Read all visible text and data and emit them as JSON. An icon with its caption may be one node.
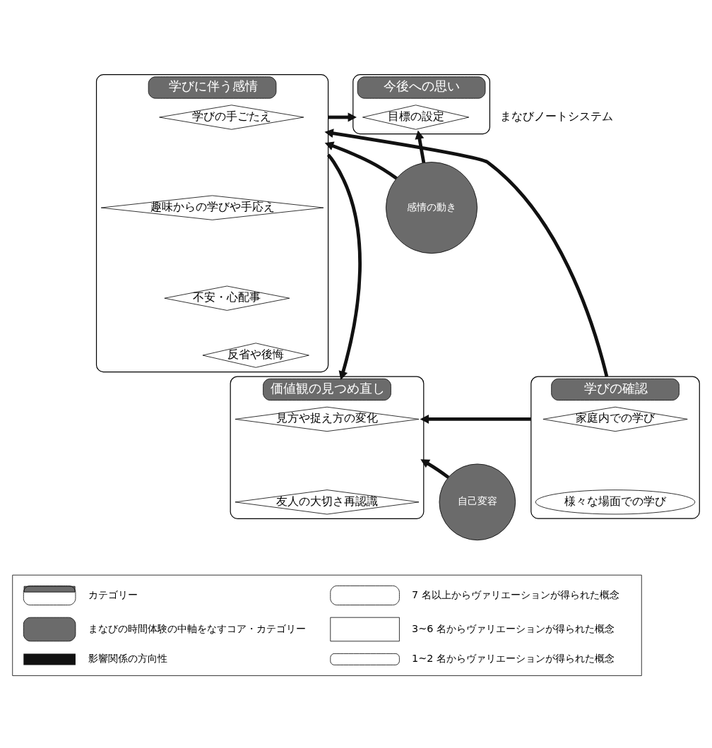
{
  "diagram": {
    "nodes": [
      {
        "text": [
          "学びに伴う感情"
        ]
      },
      {
        "text": [
          "学びの手ごたえ"
        ],
        "in": 0
      },
      {
        "text": [
          "趣味からの学びや手応え"
        ],
        "in": 0
      },
      {
        "text": [
          "不安・心配事"
        ],
        "in": 0
      },
      {
        "text": [
          "反省や後悔"
        ],
        "in": 0
      },
      {
        "text": [
          "今後への思い"
        ]
      },
      {
        "text": [
          "目標の設定"
        ],
        "in": 5
      },
      {
        "text": [
          "感情の動き"
        ]
      },
      {
        "text": [
          "学びの確認"
        ]
      },
      {
        "text": [
          "家庭内での学び"
        ],
        "in": 8
      },
      {
        "text": [
          "様々な場面での学び"
        ],
        "in": 8
      },
      {
        "text": [
          "価値観の見つめ直し"
        ]
      },
      {
        "text": [
          "見方や捉え方の変化"
        ],
        "in": 11
      },
      {
        "text": [
          "友人の大切さ再認識"
        ],
        "in": 11
      },
      {
        "text": [
          "自己変容"
        ]
      }
    ],
    "edges": [
      {
        "from": 0,
        "to": 5,
        "arrow": "to"
      },
      {
        "from": 7,
        "to": 0,
        "arrow": "to"
      },
      {
        "from": 7,
        "to": 5,
        "arrow": "to"
      },
      {
        "from": 8,
        "to": 0,
        "arrow": "to"
      },
      {
        "from": 8,
        "to": 11,
        "arrow": "to"
      },
      {
        "from": 0,
        "to": 11,
        "arrow": "to"
      },
      {
        "from": 14,
        "to": 11,
        "arrow": "to"
      }
    ],
    "labels": [
      "まなびノートシステム"
    ],
    "legend": [
      {
        "text": "カテゴリー"
      },
      {
        "text": "7 名以上からヴァリエーションが得られた概念"
      },
      {
        "text": "まなびの時間体験の中軸をなすコア・カテゴリー"
      },
      {
        "text": "3~6 名からヴァリエーションが得られた概念"
      },
      {
        "text": "影響関係の方向性"
      },
      {
        "text": "1~2 名からヴァリエーションが得られた概念"
      }
    ]
  }
}
